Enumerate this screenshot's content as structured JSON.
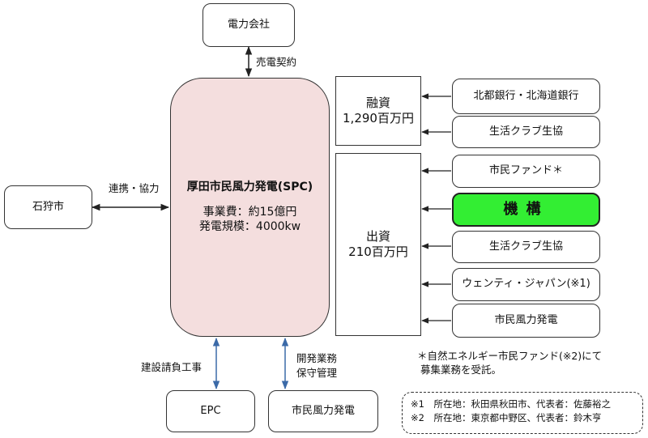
{
  "nodes": {
    "power_company": "電力会社",
    "spc_title": "厚田市民風力発電(SPC)",
    "spc_cost": "事業費：約15億円",
    "spc_scale": "発電規模：4000kw",
    "ishikari": "石狩市",
    "loan_title": "融資",
    "loan_amount": "1,290百万円",
    "equity_title": "出資",
    "equity_amount": "210百万円",
    "bank": "北都銀行・北海道銀行",
    "coop_loan": "生活クラブ生協",
    "citizen_fund": "市民ファンド＊",
    "kiko": "機構",
    "coop_equity": "生活クラブ生協",
    "wenty": "ウェンティ・ジャパン(※1)",
    "citizen_wind_top": "市民風力発電",
    "epc": "EPC",
    "citizen_wind_bottom": "市民風力発電"
  },
  "edge_labels": {
    "power_contract": "売電契約",
    "cooperation": "連携・協力",
    "construction": "建設請負工事",
    "dev_1": "開発業務",
    "dev_2": "保守管理"
  },
  "notes": {
    "fund_note_1": "＊自然エネルギー市民ファンド(※2)にて",
    "fund_note_2": "募集業務を受託。",
    "addr_1": "※1　所在地：秋田県秋田市、代表者：佐藤裕之",
    "addr_2": "※2　所在地：東京都中野区、代表者：鈴木亨"
  },
  "colors": {
    "spc_fill": "#f4dede",
    "kiko_fill": "#33ee33",
    "arrow_blue": "#3b6aa8"
  }
}
